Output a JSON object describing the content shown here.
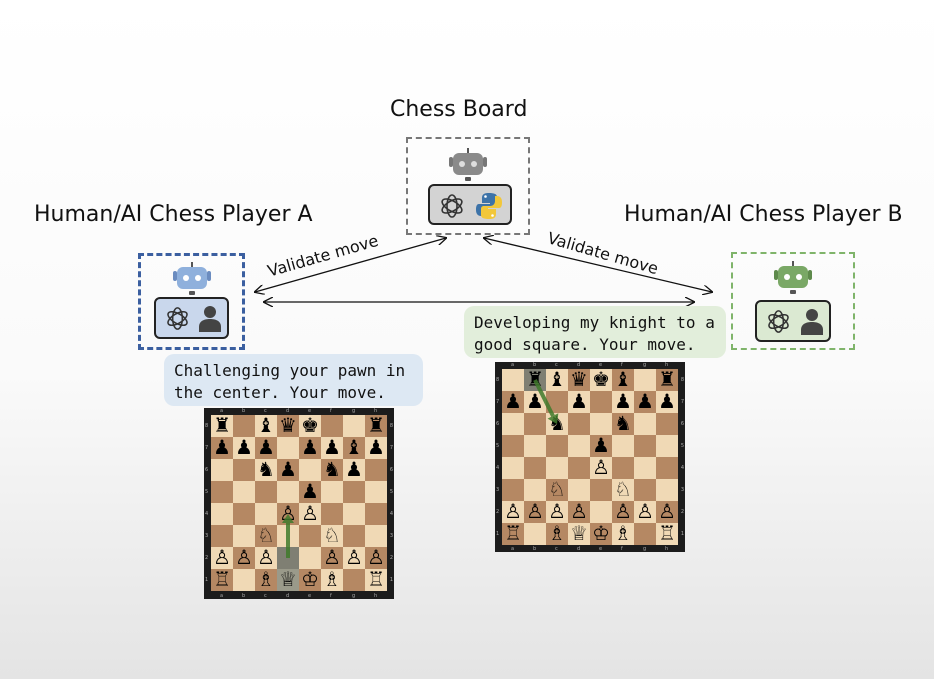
{
  "chess_board": {
    "title": "Chess Board"
  },
  "player_a": {
    "title": "Human/AI Chess Player A",
    "message": "Challenging your pawn in\nthe center. Your move.",
    "accent": "#3b5fa0",
    "robot_color": "#8fb0dc",
    "bubble_color": "#dde8f3"
  },
  "player_b": {
    "title": "Human/AI Chess Player B",
    "message": "Developing my knight to a\ngood square. Your move.",
    "accent": "#7fb46a",
    "robot_color": "#7aa866",
    "bubble_color": "#e2eedb"
  },
  "edges": {
    "a_label": "Validate move",
    "b_label": "Validate move"
  },
  "icons": {
    "robot": "robot-icon",
    "openai": "openai-logo-icon",
    "python": "python-logo-icon",
    "person": "person-icon"
  },
  "files": [
    "a",
    "b",
    "c",
    "d",
    "e",
    "f",
    "g",
    "h"
  ],
  "ranks": [
    "8",
    "7",
    "6",
    "5",
    "4",
    "3",
    "2",
    "1"
  ],
  "board_a": [
    "r.bqk..r",
    "ppp.ppbp",
    "..np.np.",
    "....p...",
    "...PP...",
    "..N..N..",
    "PPP..PPP",
    "R.BQKB.R"
  ],
  "board_b": [
    ".rbqkb.r",
    "pp.p.ppp",
    "..n..n..",
    "....p...",
    "....P...",
    "..N..N..",
    "PPPP.PPP",
    "R.BQKB.R"
  ]
}
